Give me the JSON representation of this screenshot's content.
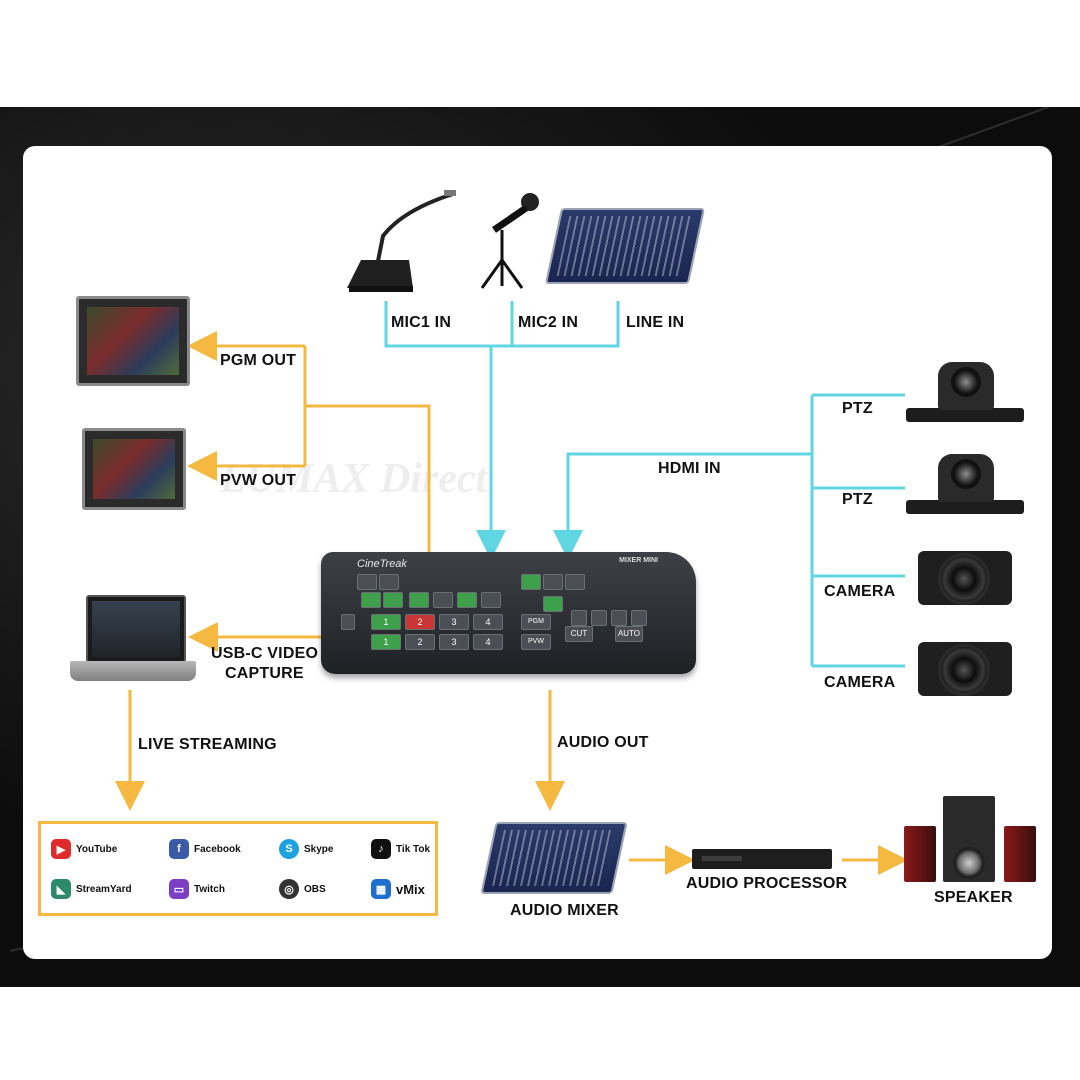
{
  "labels": {
    "mic1_in": "MIC1 IN",
    "mic2_in": "MIC2 IN",
    "line_in": "LINE IN",
    "pgm_out": "PGM OUT",
    "pvw_out": "PVW OUT",
    "hdmi_in": "HDMI IN",
    "ptz_1": "PTZ",
    "ptz_2": "PTZ",
    "camera_1": "CAMERA",
    "camera_2": "CAMERA",
    "usb_c_line1": "USB-C VIDEO",
    "usb_c_line2": "CAPTURE",
    "live_streaming": "LIVE STREAMING",
    "audio_out": "AUDIO OUT",
    "audio_mixer": "AUDIO MIXER",
    "audio_processor": "AUDIO PROCESSOR",
    "speaker": "SPEAKER"
  },
  "watermark": "LUMAX Direct",
  "switcher": {
    "brand": "CineTreak",
    "model": "MIXER MINI",
    "pgm_buttons": [
      "1",
      "2",
      "3",
      "4"
    ],
    "pvw_buttons": [
      "1",
      "2",
      "3",
      "4"
    ],
    "pgm_label": "PGM",
    "pvw_label": "PVW",
    "cut_label": "CUT",
    "auto_label": "AUTO"
  },
  "platforms": [
    {
      "name": "YouTube",
      "icon": "youtube-icon",
      "color": "#e02b2b",
      "glyph": "▶"
    },
    {
      "name": "Facebook",
      "icon": "facebook-icon",
      "color": "#3b5ba9",
      "glyph": "f"
    },
    {
      "name": "Skype",
      "icon": "skype-icon",
      "color": "#1da1e0",
      "glyph": "S"
    },
    {
      "name": "Tik Tok",
      "icon": "tiktok-icon",
      "color": "#111111",
      "glyph": "♪"
    },
    {
      "name": "StreamYard",
      "icon": "streamyard-icon",
      "color": "#2a8a6a",
      "glyph": "◣"
    },
    {
      "name": "Twitch",
      "icon": "twitch-icon",
      "color": "#7b3fc4",
      "glyph": "▭"
    },
    {
      "name": "OBS",
      "icon": "obs-icon",
      "color": "#333333",
      "glyph": "◎"
    },
    {
      "name": "vMix",
      "icon": "vmix-icon",
      "color": "#1e6fd0",
      "glyph": "▦"
    }
  ],
  "colors": {
    "input_line": "#5fd6e2",
    "output_line": "#f5b840",
    "card": "#ffffff",
    "band": "#111111"
  }
}
